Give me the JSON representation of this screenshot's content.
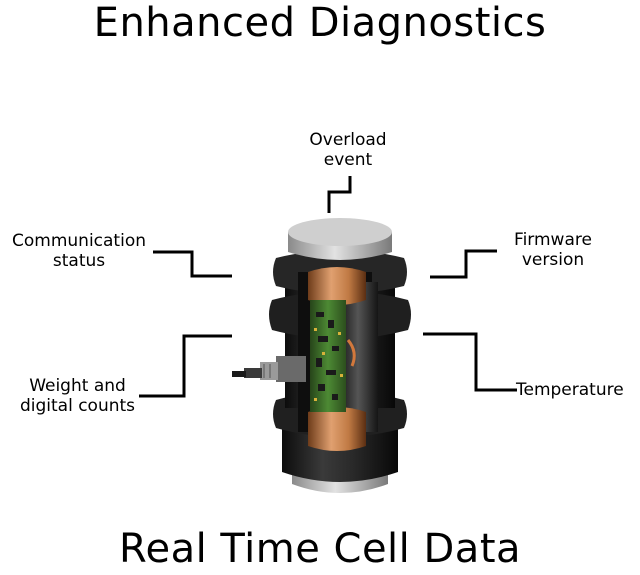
{
  "header": {
    "title": "Enhanced Diagnostics"
  },
  "footer": {
    "title": "Real Time Cell Data"
  },
  "callouts": {
    "overload": {
      "line1": "Overload",
      "line2": "event"
    },
    "communication": {
      "line1": "Communication",
      "line2": "status"
    },
    "firmware": {
      "line1": "Firmware",
      "line2": "version"
    },
    "weight": {
      "line1": "Weight and",
      "line2": "digital counts"
    },
    "temperature": {
      "line1": "Temperature"
    }
  },
  "colors": {
    "body_dark": "#1c1c1c",
    "copper": "#c8824e",
    "pcb_green": "#3f6e2c",
    "metal": "#b5b5b5",
    "callout_line": "#000000"
  },
  "device": {
    "illustration": "load-cell-cutaway"
  }
}
